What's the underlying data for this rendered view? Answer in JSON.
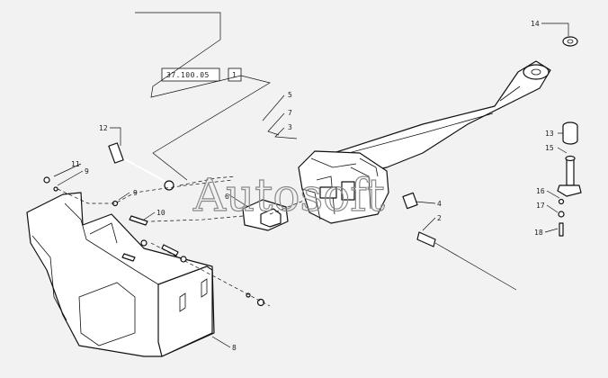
{
  "reference": {
    "code": "37.100.05",
    "sheet": "1"
  },
  "watermark": "Autosoft",
  "callouts": [
    {
      "id": "c14",
      "label": "14"
    },
    {
      "id": "c5",
      "label": "5"
    },
    {
      "id": "c7",
      "label": "7"
    },
    {
      "id": "c3",
      "label": "3"
    },
    {
      "id": "c12",
      "label": "12"
    },
    {
      "id": "c13",
      "label": "13"
    },
    {
      "id": "c15",
      "label": "15"
    },
    {
      "id": "c11",
      "label": "11"
    },
    {
      "id": "c9a",
      "label": "9"
    },
    {
      "id": "c9b",
      "label": "9"
    },
    {
      "id": "c6",
      "label": "6"
    },
    {
      "id": "c10",
      "label": "10"
    },
    {
      "id": "c4",
      "label": "4"
    },
    {
      "id": "c16",
      "label": "16"
    },
    {
      "id": "c17",
      "label": "17"
    },
    {
      "id": "c2",
      "label": "2"
    },
    {
      "id": "c18",
      "label": "18"
    },
    {
      "id": "c8",
      "label": "8"
    }
  ],
  "colors": {
    "background": "#f2f2f2",
    "line": "#111111",
    "watermark": "#8a8a8a"
  }
}
